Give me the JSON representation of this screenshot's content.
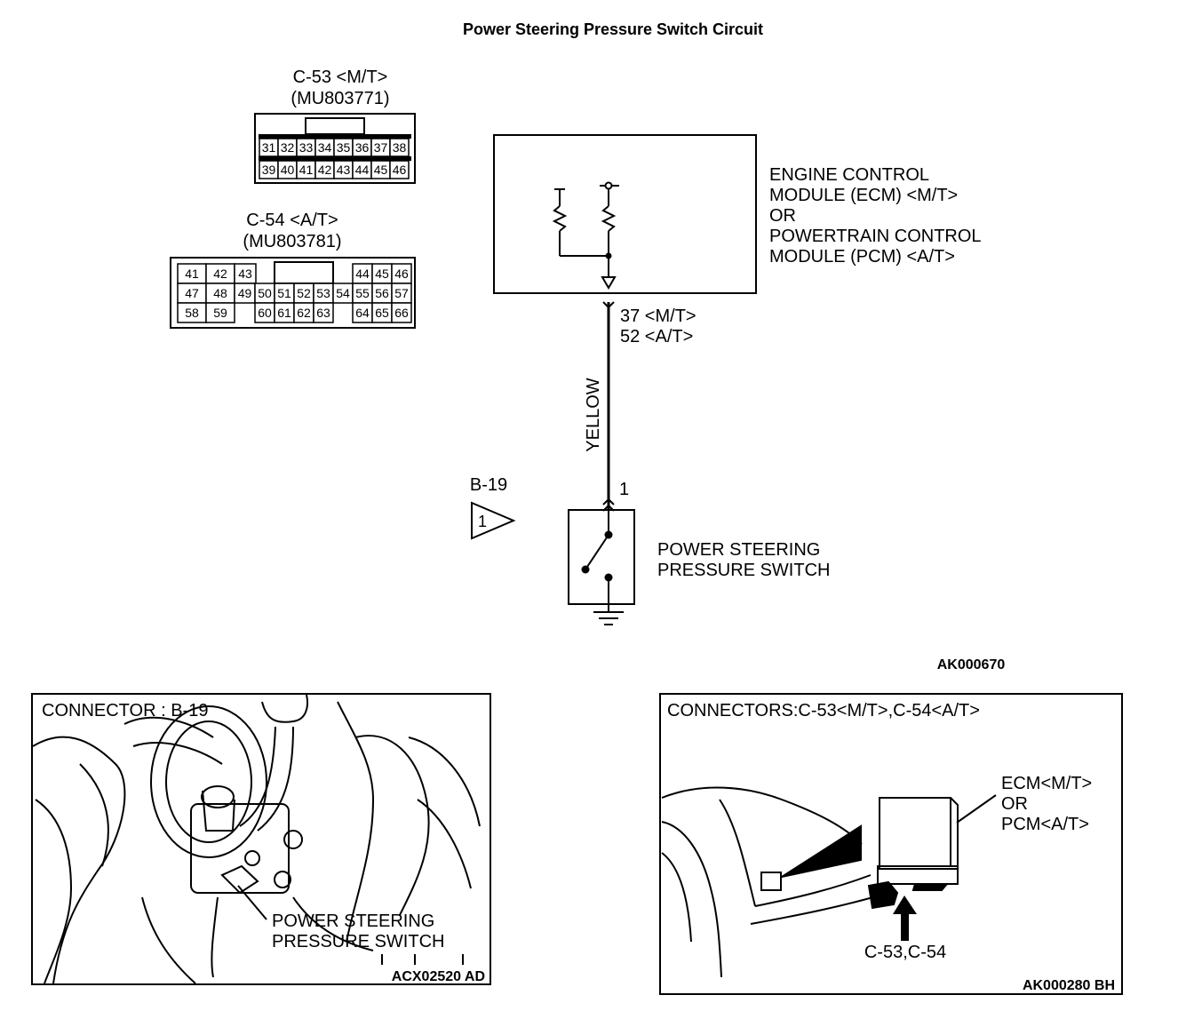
{
  "title": "Power Steering Pressure Switch Circuit",
  "connectors": {
    "c53": {
      "label": "C-53 <M/T>",
      "part": "(MU803771)",
      "rows": [
        [
          "31",
          "32",
          "33",
          "34",
          "35",
          "36",
          "37",
          "38"
        ],
        [
          "39",
          "40",
          "41",
          "42",
          "43",
          "44",
          "45",
          "46"
        ]
      ]
    },
    "c54": {
      "label": "C-54 <A/T>",
      "part": "(MU803781)",
      "row1": [
        "41",
        "42",
        "43",
        "44",
        "45",
        "46"
      ],
      "row2": [
        "47",
        "48",
        "49",
        "50",
        "51",
        "52",
        "53",
        "54",
        "55",
        "56",
        "57"
      ],
      "row3": [
        "58",
        "59",
        "60",
        "61",
        "62",
        "63",
        "64",
        "65",
        "66"
      ]
    }
  },
  "ecm": {
    "lines": [
      "ENGINE CONTROL",
      "MODULE (ECM) <M/T>",
      "OR",
      "POWERTRAIN CONTROL",
      "MODULE (PCM) <A/T>"
    ],
    "terminal_mt": "37 <M/T>",
    "terminal_at": "52 <A/T>"
  },
  "wire": {
    "color_label": "YELLOW",
    "pin": "1"
  },
  "b19": {
    "label": "B-19",
    "triangle_number": "1"
  },
  "switch": {
    "lines": [
      "POWER STEERING",
      "PRESSURE SWITCH"
    ]
  },
  "code_main": "AK000670",
  "panel_left": {
    "title": "CONNECTOR : B-19",
    "callout": [
      "POWER STEERING",
      "PRESSURE SWITCH"
    ],
    "code": "ACX02520 AD"
  },
  "panel_right": {
    "title": "CONNECTORS:C-53<M/T>,C-54<A/T>",
    "callout": [
      "ECM<M/T>",
      "OR",
      "PCM<A/T>"
    ],
    "arrow_label": "C-53,C-54",
    "code": "AK000280 BH"
  }
}
